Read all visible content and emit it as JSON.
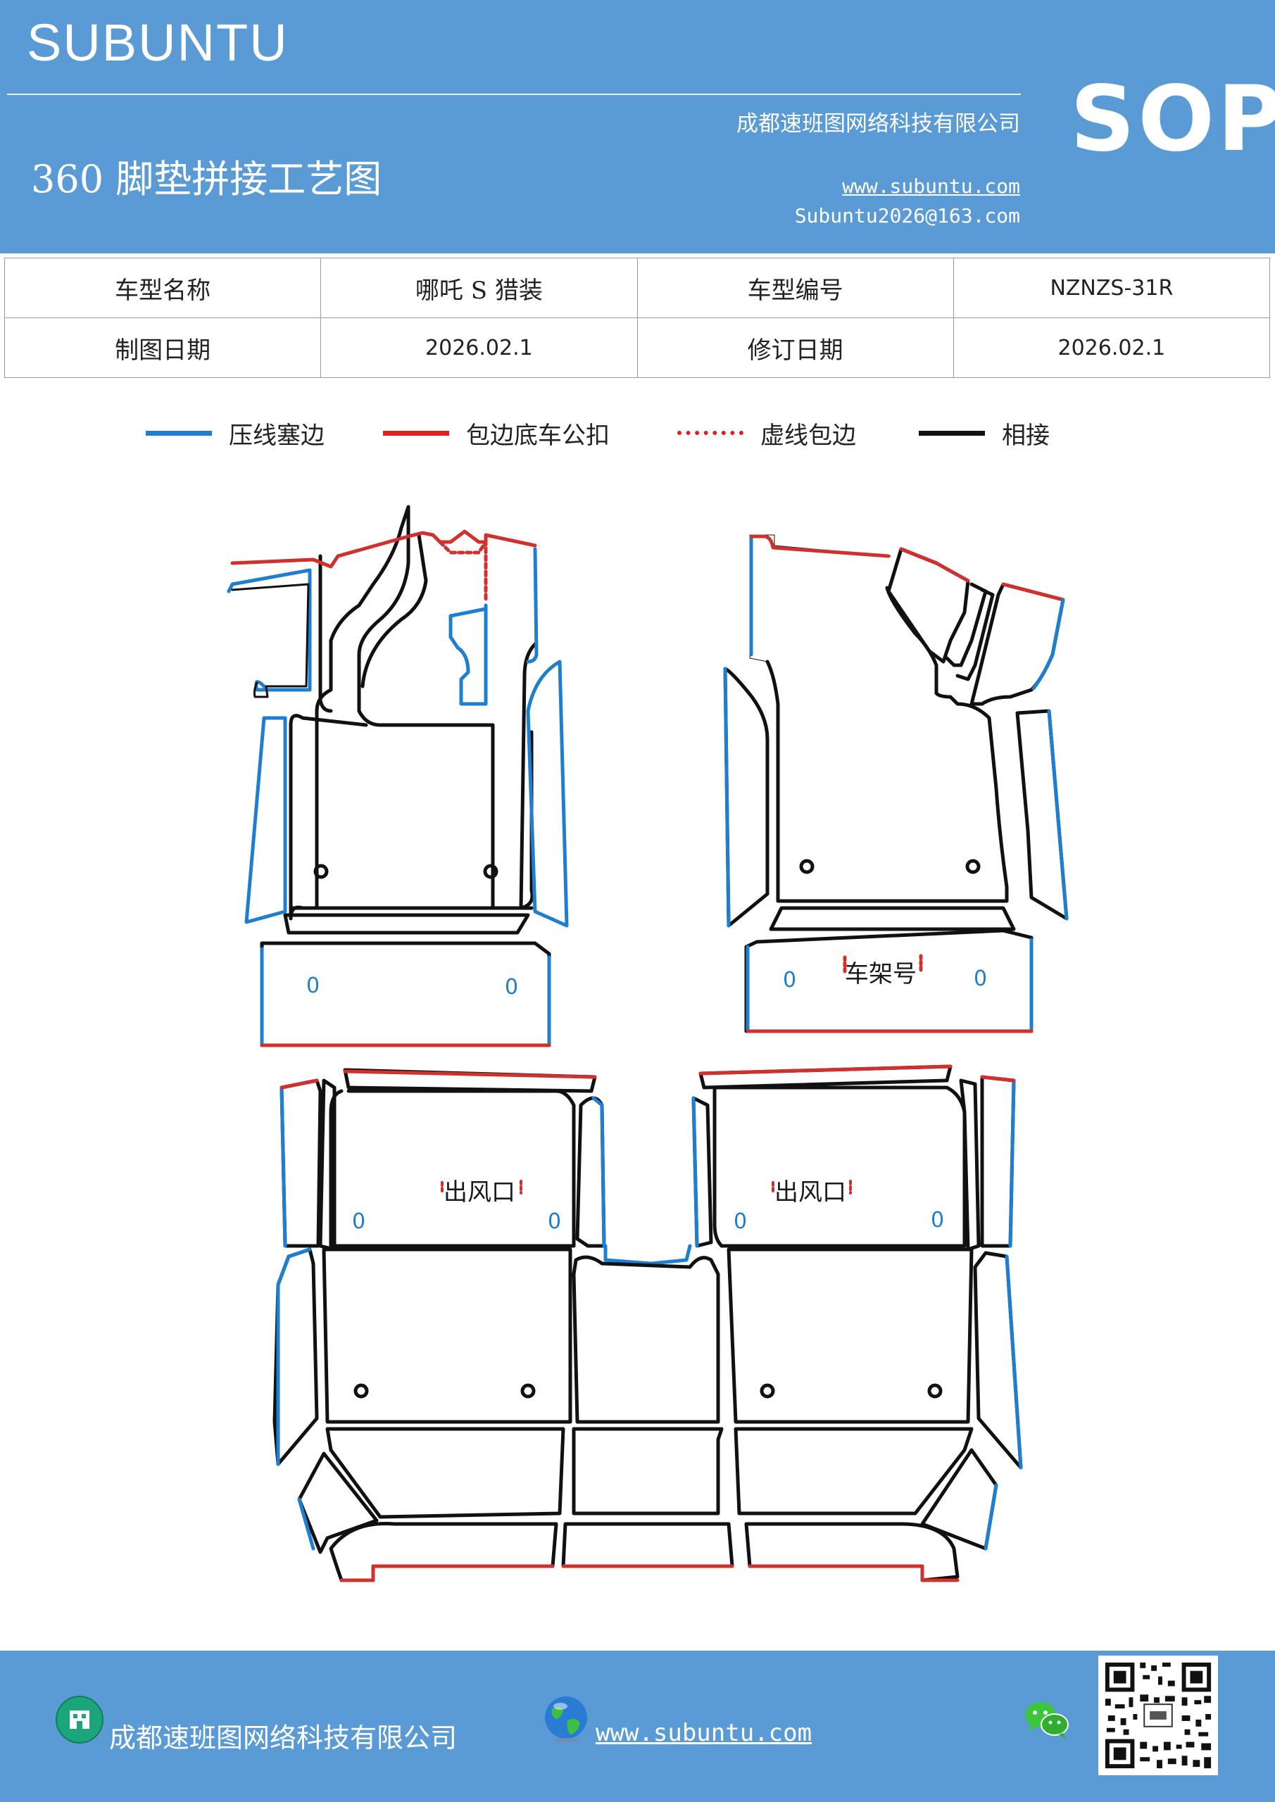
{
  "header": {
    "brand": "SUBUNTU",
    "sop": "SOP",
    "title": "360 脚垫拼接工艺图",
    "company": "成都速班图网络科技有限公司",
    "website": "www.subuntu.com",
    "email": "Subuntu2026@163.com"
  },
  "info_table": {
    "model_name_label": "车型名称",
    "model_name_value": "哪吒 S 猎装",
    "model_no_label": "车型编号",
    "model_no_value": "NZNZS-31R",
    "draw_date_label": "制图日期",
    "draw_date_value": "2026.02.1",
    "revise_date_label": "修订日期",
    "revise_date_value": "2026.02.1"
  },
  "legend": [
    {
      "label": "压线塞边",
      "color": "#1e7fd1",
      "style": "solid"
    },
    {
      "label": "包边底车公扣",
      "color": "#e02020",
      "style": "solid"
    },
    {
      "label": "虚线包边",
      "color": "#e02020",
      "style": "dotted"
    },
    {
      "label": "相接",
      "color": "#111111",
      "style": "solid"
    }
  ],
  "diagram": {
    "frame_label": "车架号",
    "vent_label": "出风口",
    "hole_mark": "0",
    "colors": {
      "blue": "#1e7fd1",
      "red": "#d0312d",
      "black": "#111111"
    }
  },
  "footer": {
    "company": "成都速班图网络科技有限公司",
    "website": "www.subuntu.com",
    "icons": [
      "building-icon",
      "globe-icon",
      "wechat-icon",
      "qr-code"
    ]
  }
}
